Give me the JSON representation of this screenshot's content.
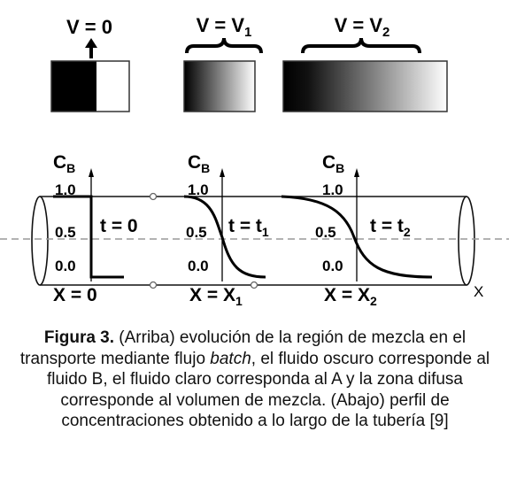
{
  "top": {
    "labels": [
      "V = 0",
      "V = V",
      "V = V"
    ],
    "label_subscripts": [
      "",
      "1",
      "2"
    ]
  },
  "bottom": {
    "axis_name": "C",
    "axis_name_sub": "B",
    "ticks": [
      "1.0",
      "0.5",
      "0.0"
    ],
    "time_labels": [
      "t = 0",
      "t = t",
      "t = t"
    ],
    "time_subscripts": [
      "",
      "1",
      "2"
    ],
    "x_labels": [
      "X = 0",
      "X = X",
      "X = X"
    ],
    "x_subscripts": [
      "",
      "1",
      "2"
    ],
    "x_axis": "X"
  },
  "caption": {
    "lead": "Figura 3.",
    "part1": " (Arriba) evolución de la región de mezcla en el transporte mediante flujo ",
    "italic": "batch",
    "part2": ", el fluido oscuro corresponde al fluido B, el fluido claro corresponda al A y la zona difusa corresponde al volumen de mezcla. (Abajo) perfil de concentraciones obtenido a lo largo de la tubería [9]"
  },
  "colors": {
    "dark": "#000000",
    "light": "#ffffff",
    "dash": "#9a9a9a"
  }
}
